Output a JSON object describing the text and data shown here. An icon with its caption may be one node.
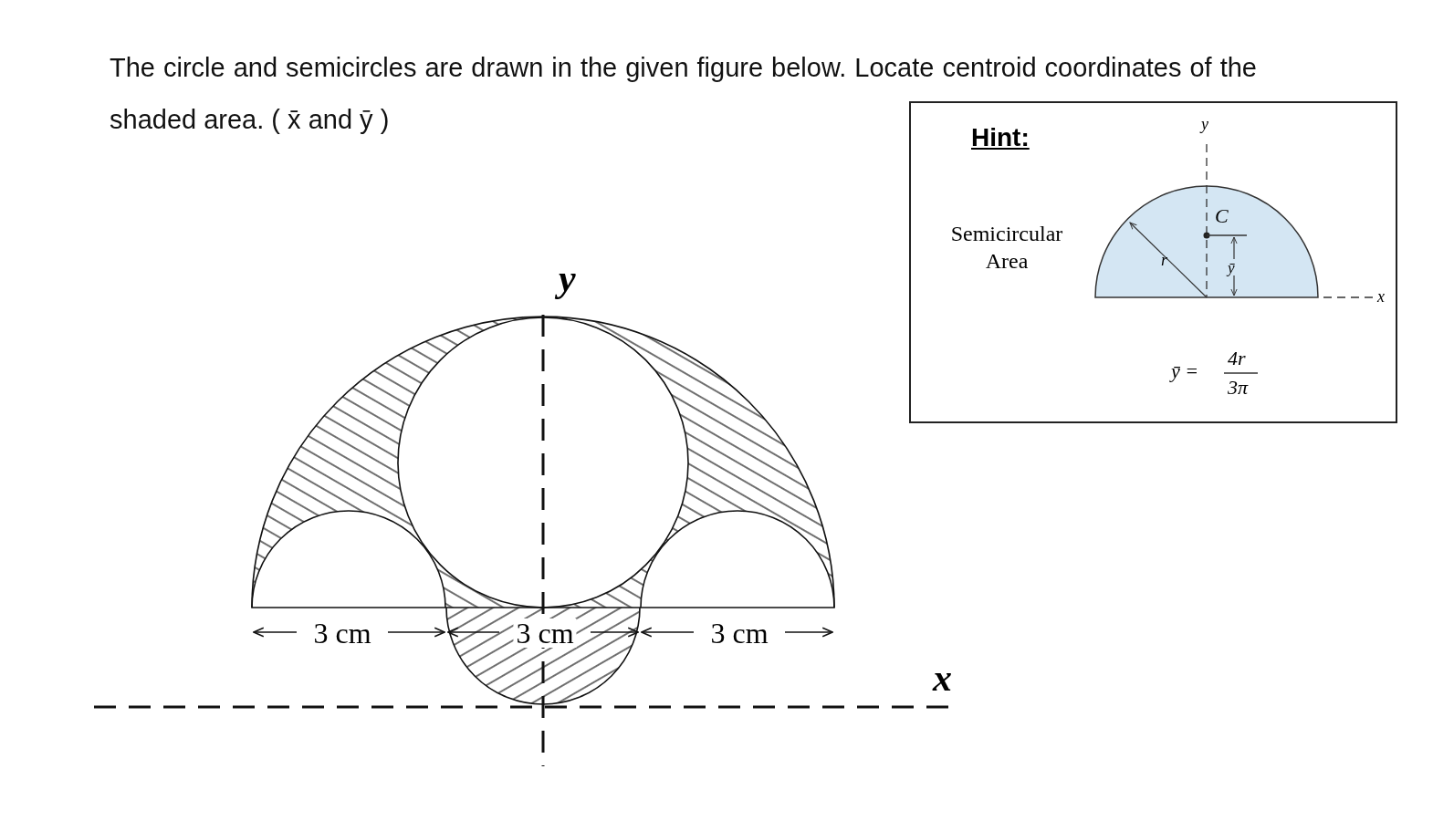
{
  "diagram": {
    "title": "The circle and semicircles are drawn in the given figure below. Locate centroid coordinates of the shaded area. ( x̄ and ȳ )",
    "nodes": [
      {
        "text": [
          "Hint:",
          "Semicircular Area"
        ]
      }
    ],
    "labels": [
      "y",
      "3 cm",
      "3 cm",
      "3 cm",
      "x",
      "y",
      "C",
      "r",
      "ȳ",
      "x",
      "ȳ =",
      "4r",
      "3π"
    ]
  }
}
